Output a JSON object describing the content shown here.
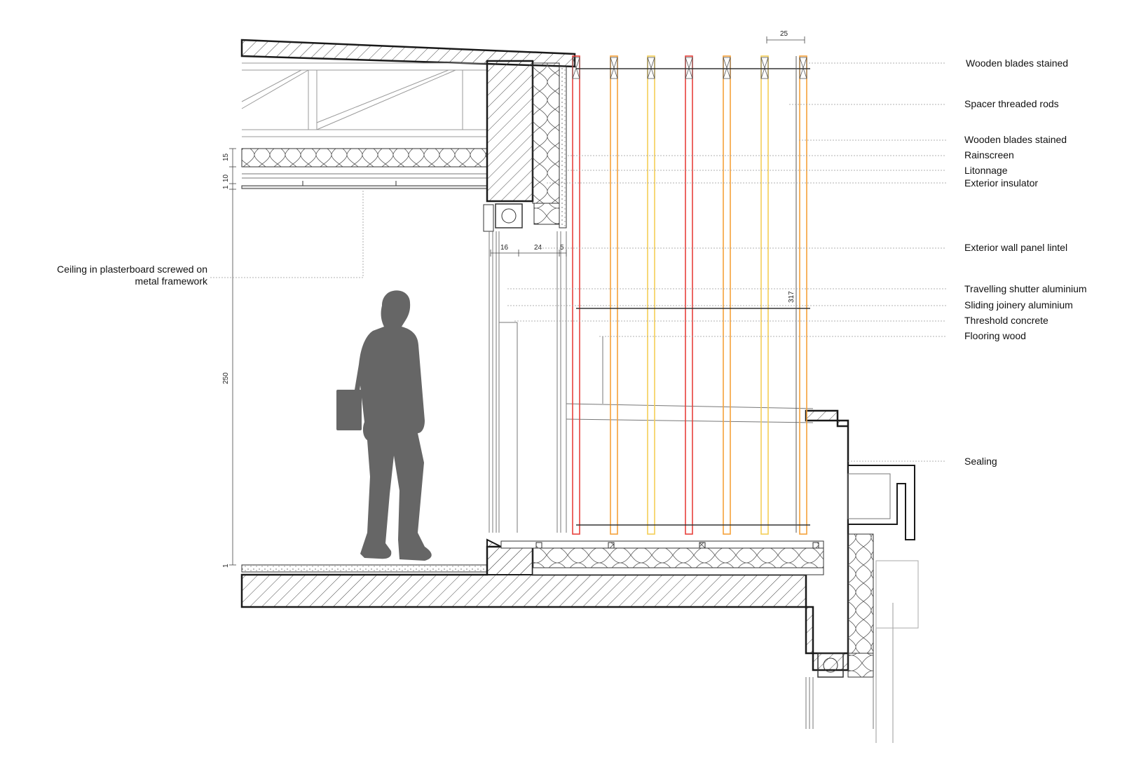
{
  "callouts_right": [
    {
      "id": "wooden-blades-stained-top",
      "label": "Wooden blades stained"
    },
    {
      "id": "spacer-threaded-rods",
      "label": "Spacer threaded rods"
    },
    {
      "id": "wooden-blades-stained",
      "label": "Wooden blades stained"
    },
    {
      "id": "rainscreen",
      "label": "Rainscreen"
    },
    {
      "id": "litonnage",
      "label": "Litonnage"
    },
    {
      "id": "exterior-insulator",
      "label": "Exterior insulator"
    },
    {
      "id": "exterior-wall-panel-lintel",
      "label": "Exterior wall panel lintel"
    },
    {
      "id": "travelling-shutter",
      "label": "Travelling shutter aluminium"
    },
    {
      "id": "sliding-joinery",
      "label": "Sliding joinery aluminium"
    },
    {
      "id": "threshold-concrete",
      "label": "Threshold concrete"
    },
    {
      "id": "flooring-wood",
      "label": "Flooring wood"
    },
    {
      "id": "sealing",
      "label": "Sealing"
    }
  ],
  "callout_left": {
    "line1": "Ceiling in plasterboard screwed on",
    "line2": "metal framework"
  },
  "dimensions": {
    "blade_spacing": "25",
    "ceiling_layer_a": "15",
    "ceiling_layer_b": "10",
    "ceiling_layer_c": "1",
    "room_height": "250",
    "total_height": "317",
    "wall_a": "16",
    "wall_b": "24",
    "wall_c": "5",
    "floor_gap": "1"
  },
  "colors": {
    "blade_red": "#e8413c",
    "blade_orange": "#f5a13a",
    "blade_yellow": "#f3cf57",
    "silhouette": "#666666",
    "line": "#1a1a1a"
  },
  "blade_colors": [
    "red",
    "orange",
    "yellow",
    "red",
    "orange",
    "yellow",
    "orange"
  ]
}
